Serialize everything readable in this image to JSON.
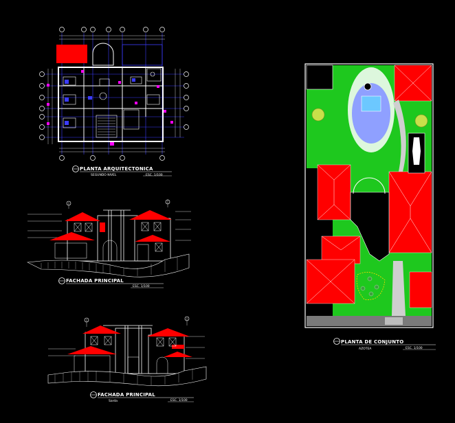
{
  "drawings": {
    "plan": {
      "title": "PLANTA ARQUITECTONICA",
      "subtitle": "SEGUNDO NIVEL",
      "scale": "ESC. 1/100"
    },
    "facade1": {
      "title": "FACHADA PRINCIPAL",
      "subtitle": "",
      "scale": "ESC. 1/100"
    },
    "facade2": {
      "title": "FACHADA PRINCIPAL",
      "subtitle": "Sarda",
      "scale": "ESC. 1/100"
    },
    "site": {
      "title": "PLANTA DE CONJUNTO",
      "subtitle": "AZOTEA",
      "scale": "ESC. 1/100"
    }
  },
  "colors": {
    "background": "#000000",
    "roof": "#ff0000",
    "lawn": "#1ec81e",
    "line": "#ffffff",
    "grid": "#3b3bff",
    "annotation": "#ff00ff"
  }
}
